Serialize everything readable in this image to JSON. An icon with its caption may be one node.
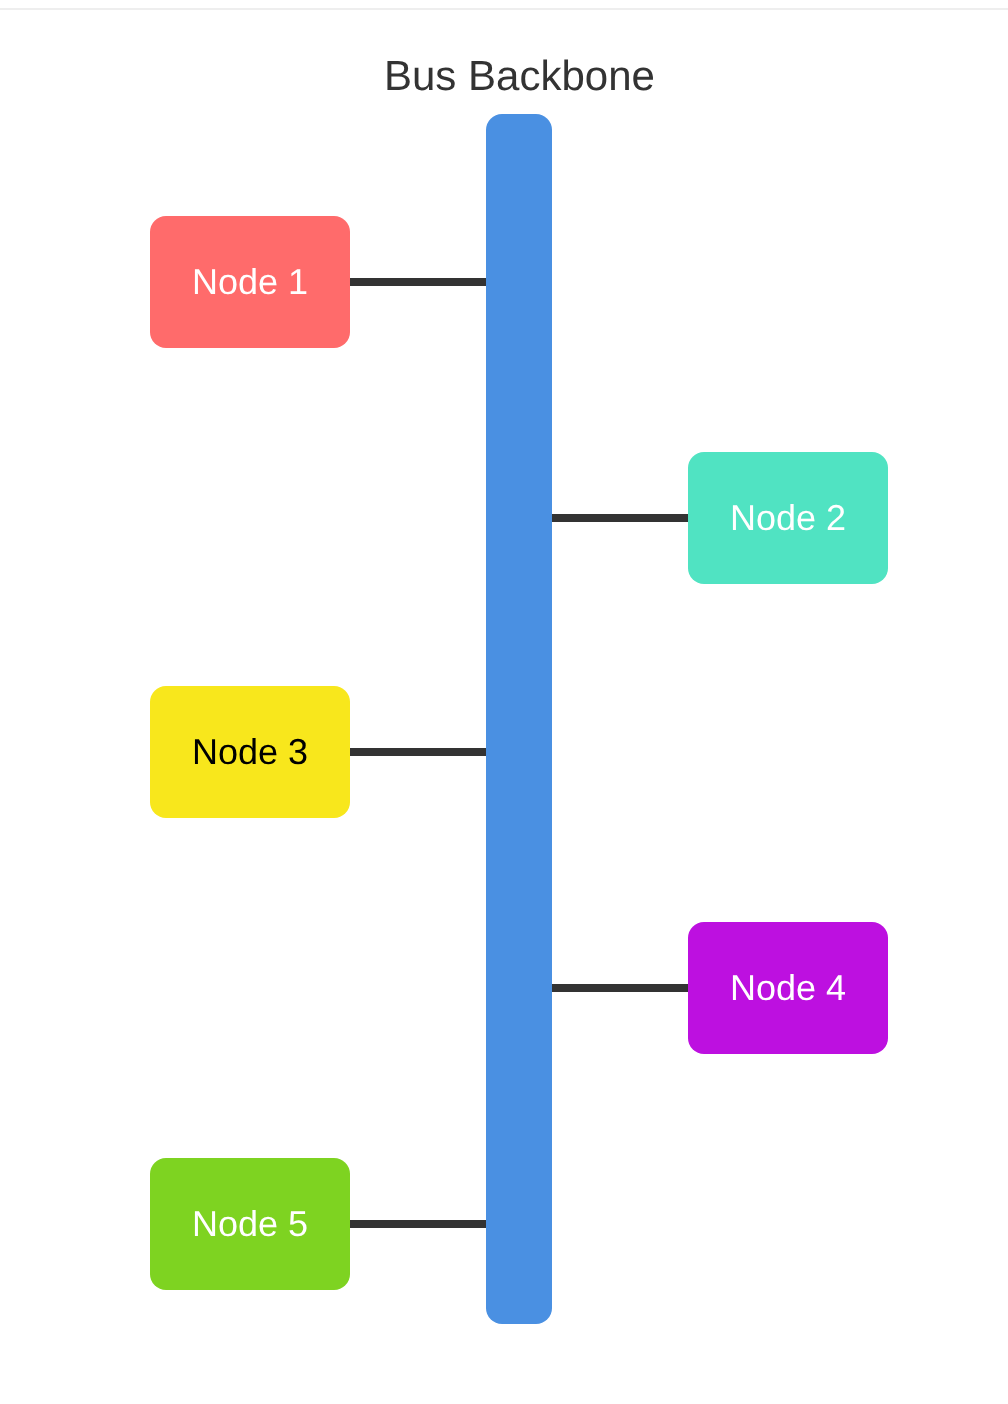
{
  "diagram": {
    "nodes": [
      {
        "text": [
          "Bus Backbone"
        ]
      },
      {
        "text": [
          "Node 1"
        ]
      },
      {
        "text": [
          "Node 2"
        ]
      },
      {
        "text": [
          "Node 3"
        ]
      },
      {
        "text": [
          "Node 4"
        ]
      },
      {
        "text": [
          "Node 5"
        ]
      }
    ],
    "edges": [
      {
        "from": 0,
        "to": 1,
        "arrow": "none"
      },
      {
        "from": 0,
        "to": 2,
        "arrow": "none"
      },
      {
        "from": 0,
        "to": 3,
        "arrow": "none"
      },
      {
        "from": 0,
        "to": 4,
        "arrow": "none"
      },
      {
        "from": 0,
        "to": 5,
        "arrow": "none"
      }
    ]
  }
}
